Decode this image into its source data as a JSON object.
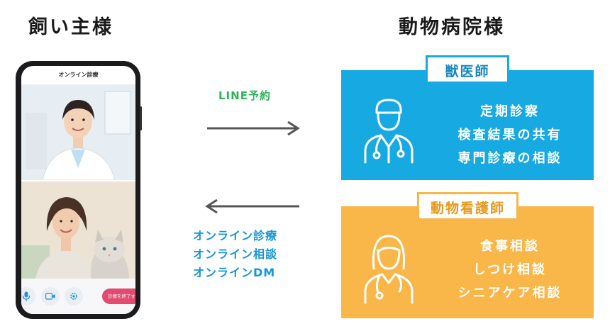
{
  "headings": {
    "owner": "飼い主様",
    "hospital": "動物病院様"
  },
  "phone": {
    "screen_title": "オンライン診療",
    "end_button": "診療を終了する"
  },
  "arrows": {
    "to_hospital_label": "LINE予約",
    "to_owner_labels": [
      "オンライン診療",
      "オンライン相談",
      "オンラインDM"
    ]
  },
  "roles": {
    "vet": {
      "tag": "獣医師",
      "services": [
        "定期診察",
        "検査結果の共有",
        "専門診療の相談"
      ]
    },
    "nurse": {
      "tag": "動物看護師",
      "services": [
        "食事相談",
        "しつけ相談",
        "シニアケア相談"
      ]
    }
  },
  "colors": {
    "blue": "#17a9e1",
    "orange": "#f9b649",
    "green": "#2db35a",
    "text_blue": "#1596d6"
  }
}
